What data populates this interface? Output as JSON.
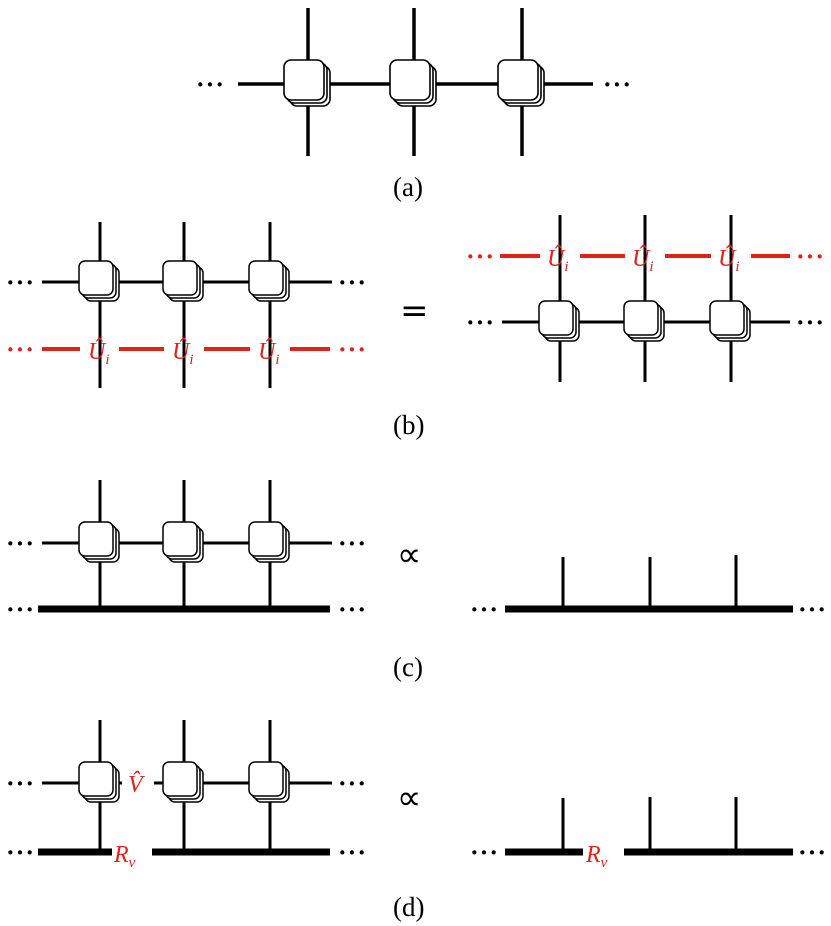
{
  "figure": {
    "panels": [
      {
        "id": "a",
        "caption": "(a)"
      },
      {
        "id": "b",
        "caption": "(b)",
        "relation": "=",
        "operator_label": "Û",
        "operator_subscript": "i"
      },
      {
        "id": "c",
        "caption": "(c)",
        "relation": "∝"
      },
      {
        "id": "d",
        "caption": "(d)",
        "relation": "∝",
        "operator_label": "V̂",
        "boundary_label": "R",
        "boundary_subscript": "v"
      }
    ],
    "ellipsis": "···",
    "colors": {
      "line": "#000000",
      "highlight": "#e0221b",
      "tensor_fill": "#ffffff"
    }
  }
}
